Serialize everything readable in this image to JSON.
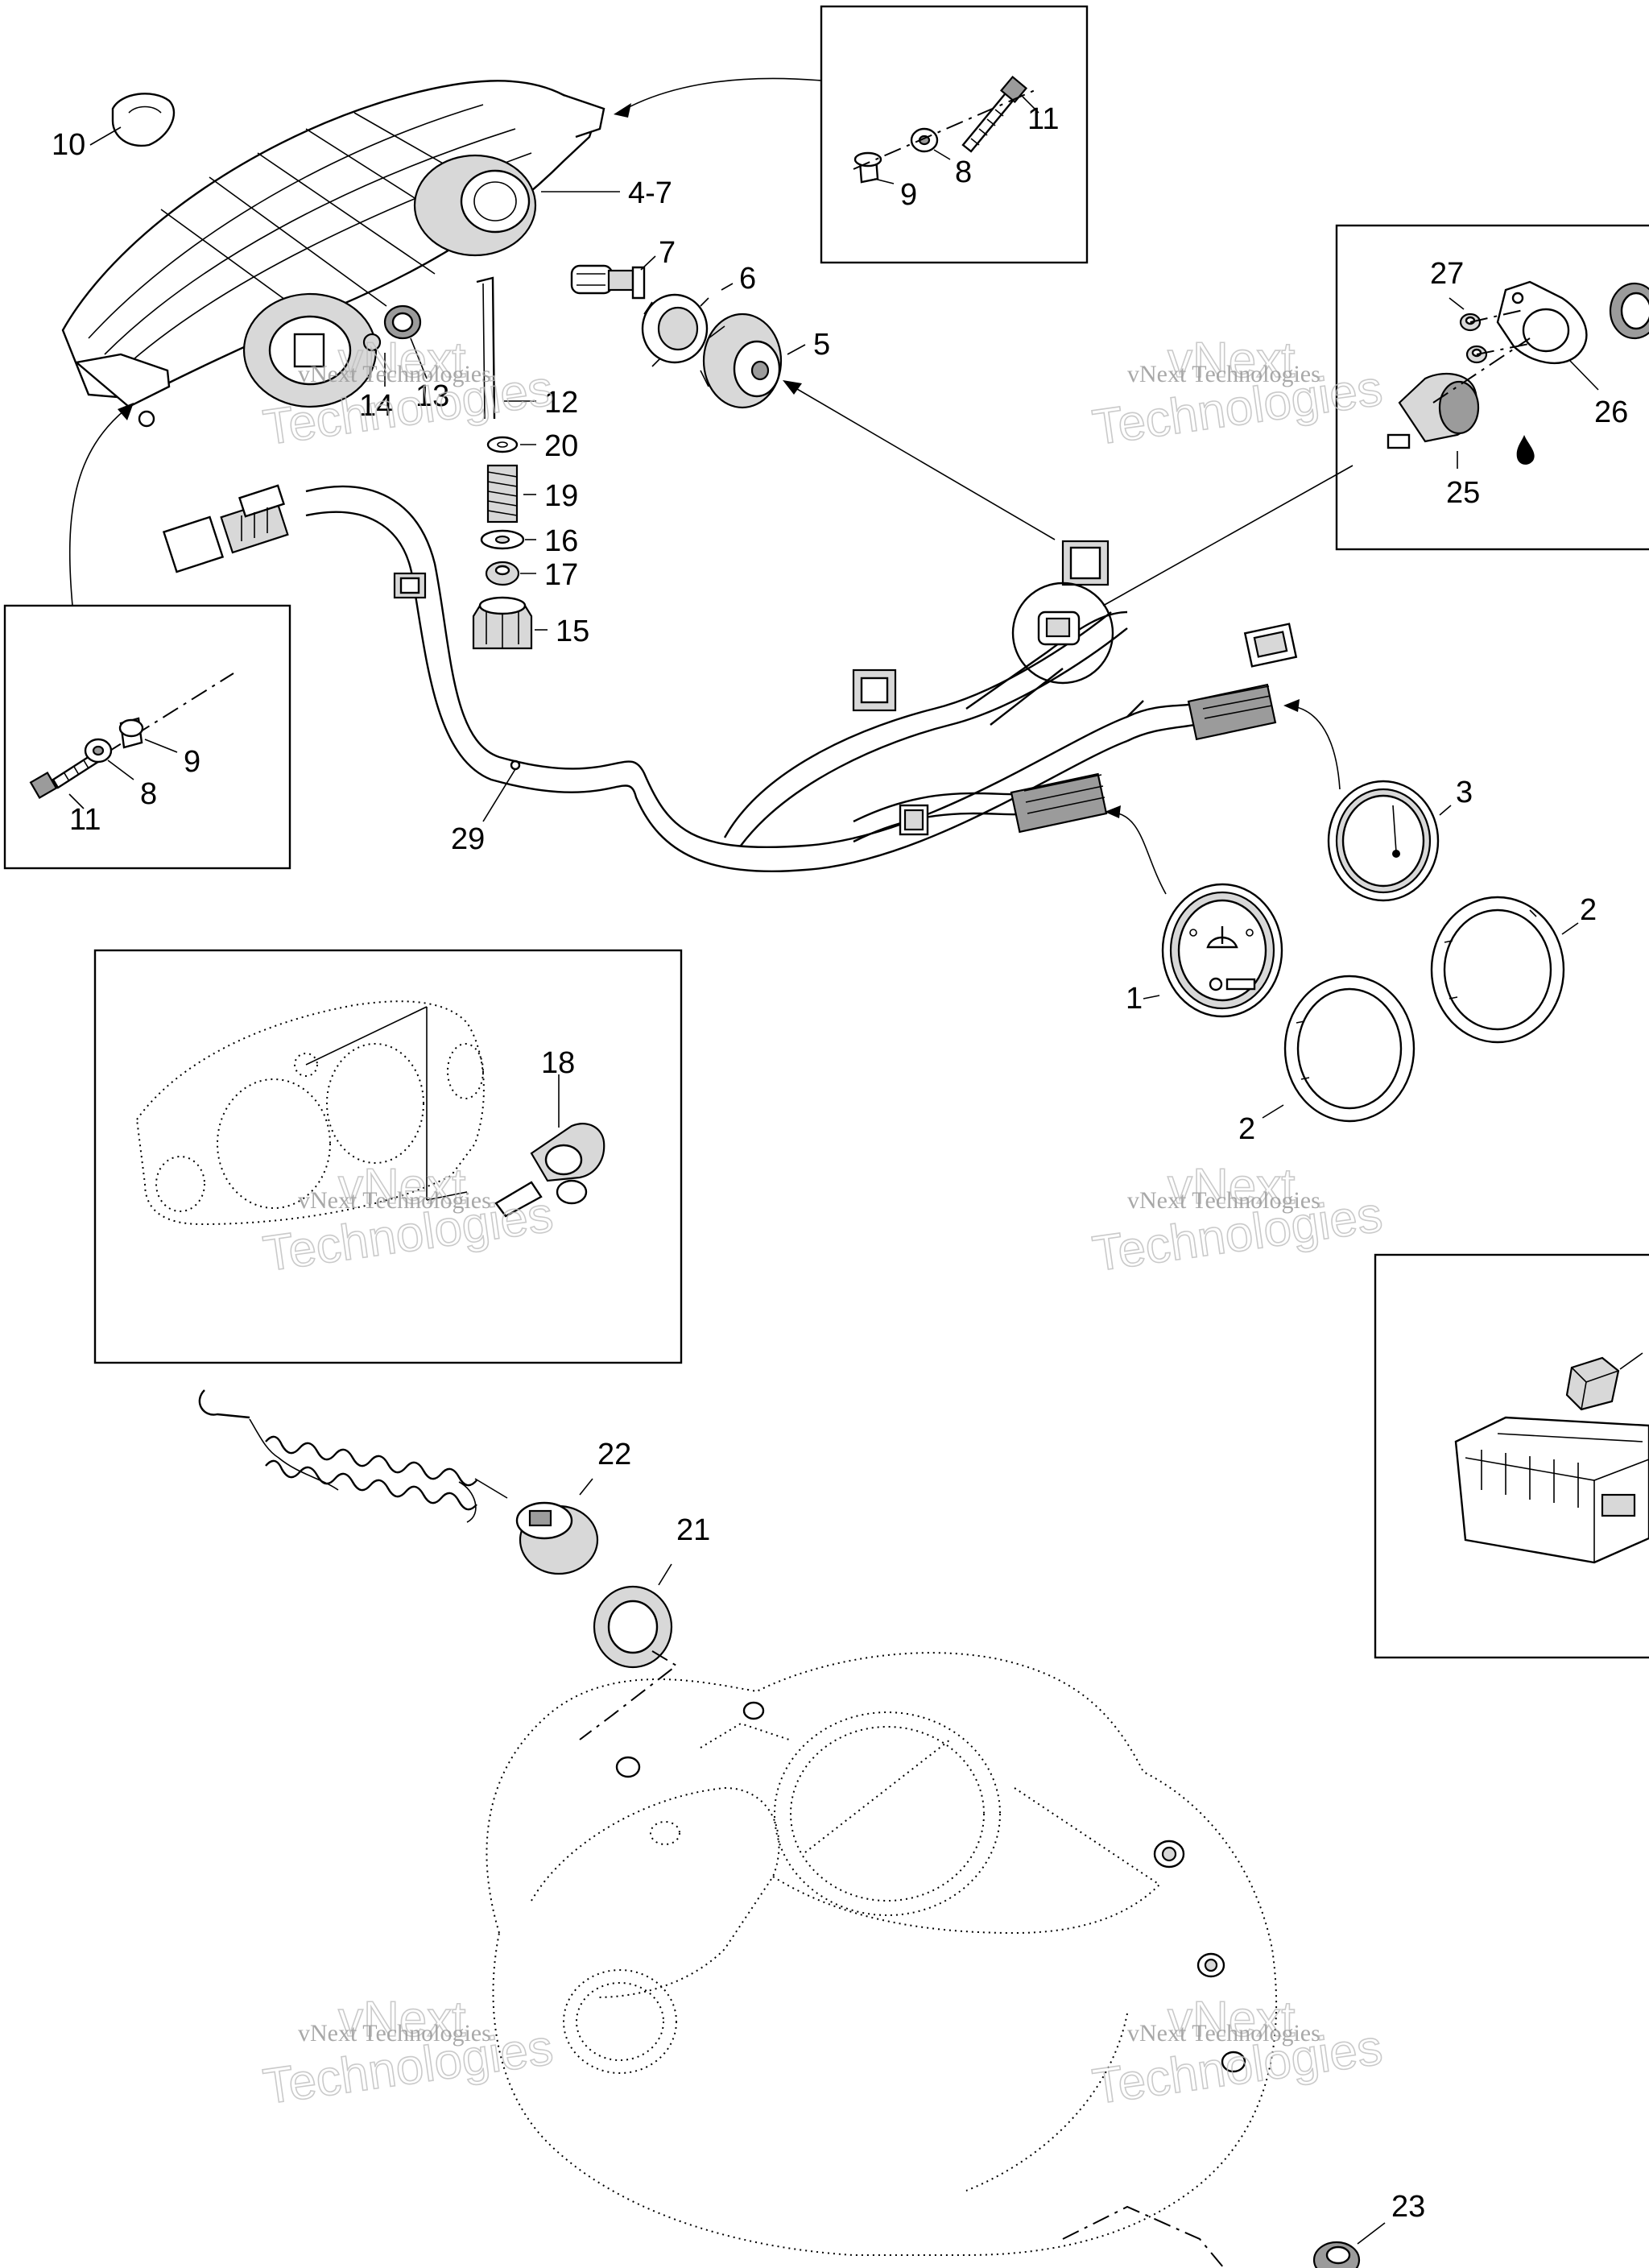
{
  "watermark": {
    "line1": "vNext Technologies",
    "line2": "vNext",
    "line3": "Technologies"
  },
  "callouts": {
    "c1": "1",
    "c2a": "2",
    "c2b": "2",
    "c3": "3",
    "c4_7": "4-7",
    "c5": "5",
    "c6": "6",
    "c7": "7",
    "c8a": "8",
    "c8b": "8",
    "c9a": "9",
    "c9b": "9",
    "c10": "10",
    "c11a": "11",
    "c11b": "11",
    "c12": "12",
    "c13": "13",
    "c14": "14",
    "c15": "15",
    "c16": "16",
    "c17": "17",
    "c18": "18",
    "c19": "19",
    "c20": "20",
    "c21": "21",
    "c22": "22",
    "c23": "23",
    "c25": "25",
    "c26": "26",
    "c27": "27",
    "c29": "29"
  },
  "colors": {
    "line": "#000000",
    "part_fill": "#d8d8d8",
    "watermark": "#9a9a9a"
  }
}
